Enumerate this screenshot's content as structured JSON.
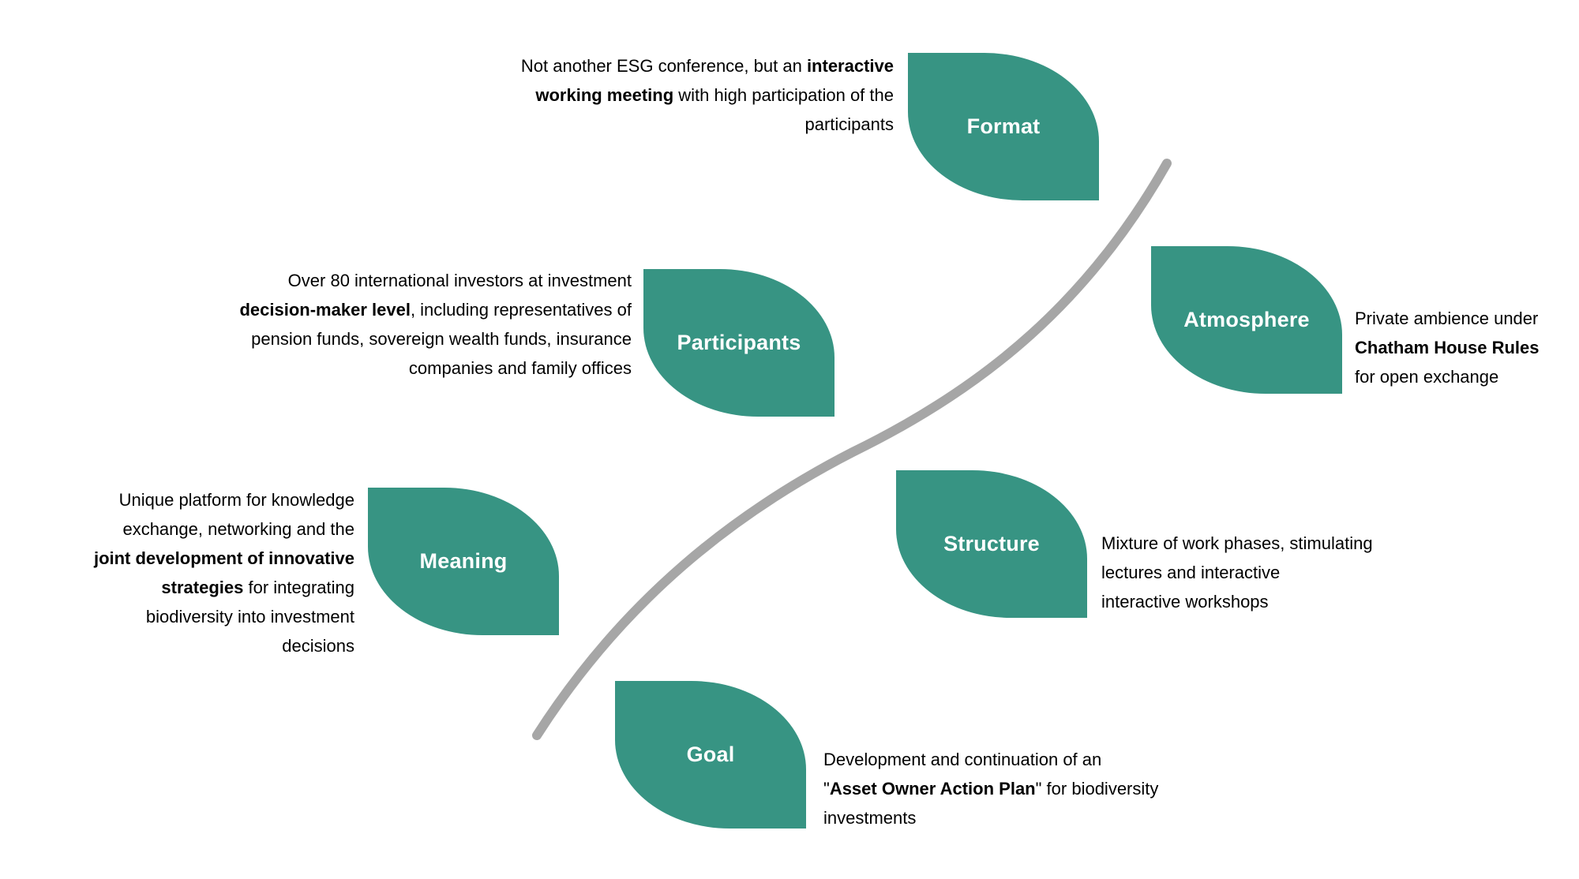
{
  "colors": {
    "leaf": "#379483",
    "leaf_text": "#ffffff",
    "curve": "#A6A6A6",
    "body_text": "#000000"
  },
  "items": {
    "format": {
      "title": "Format",
      "lines": [
        [
          {
            "t": "Not another ESG conference, but an ",
            "b": false
          },
          {
            "t": "interactive",
            "b": true
          }
        ],
        [
          {
            "t": "working meeting",
            "b": true
          },
          {
            "t": " with high participation of the",
            "b": false
          }
        ],
        [
          {
            "t": "participants",
            "b": false
          }
        ]
      ]
    },
    "participants": {
      "title": "Participants",
      "lines": [
        [
          {
            "t": "Over 80 international investors at investment",
            "b": false
          }
        ],
        [
          {
            "t": "decision-maker level",
            "b": true
          },
          {
            "t": ", including representatives of",
            "b": false
          }
        ],
        [
          {
            "t": "pension funds, sovereign wealth funds, insurance",
            "b": false
          }
        ],
        [
          {
            "t": "companies and family offices",
            "b": false
          }
        ]
      ]
    },
    "atmosphere": {
      "title": "Atmosphere",
      "lines": [
        [
          {
            "t": "Private ambience under",
            "b": false
          }
        ],
        [
          {
            "t": "Chatham House Rules",
            "b": true
          }
        ],
        [
          {
            "t": "for open exchange",
            "b": false
          }
        ]
      ]
    },
    "structure": {
      "title": "Structure",
      "lines": [
        [
          {
            "t": "Mixture of work phases, stimulating",
            "b": false
          }
        ],
        [
          {
            "t": "lectures and interactive",
            "b": false
          }
        ],
        [
          {
            "t": "interactive workshops",
            "b": false
          }
        ]
      ]
    },
    "meaning": {
      "title": "Meaning",
      "lines": [
        [
          {
            "t": "Unique platform for knowledge",
            "b": false
          }
        ],
        [
          {
            "t": "exchange, networking and the",
            "b": false
          }
        ],
        [
          {
            "t": "joint development of innovative",
            "b": true
          }
        ],
        [
          {
            "t": "strategies",
            "b": true
          },
          {
            "t": " for integrating",
            "b": false
          }
        ],
        [
          {
            "t": "biodiversity into investment",
            "b": false
          }
        ],
        [
          {
            "t": "decisions",
            "b": false
          }
        ]
      ]
    },
    "goal": {
      "title": "Goal",
      "lines": [
        [
          {
            "t": "Development and continuation of an",
            "b": false
          }
        ],
        [
          {
            "t": "\"",
            "b": false
          },
          {
            "t": "Asset Owner Action Plan",
            "b": true
          },
          {
            "t": "\" for biodiversity",
            "b": false
          }
        ],
        [
          {
            "t": "investments",
            "b": false
          }
        ]
      ]
    }
  }
}
